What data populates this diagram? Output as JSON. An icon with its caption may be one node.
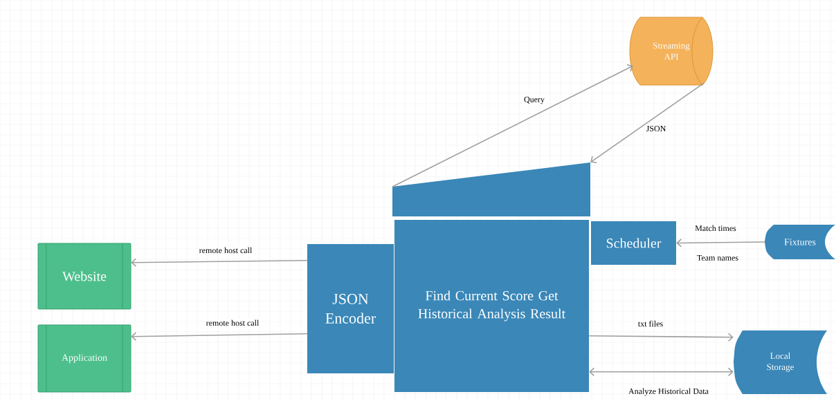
{
  "diagram": {
    "nodes": [
      {
        "text": [
          "Streaming API"
        ]
      },
      {
        "text": [],
        "shape": "box"
      },
      {
        "text": [
          "Find Current Score Get Historical Analysis Result"
        ]
      },
      {
        "text": [
          "JSON Encoder"
        ]
      },
      {
        "text": [
          "Scheduler"
        ]
      },
      {
        "text": [
          "Fixtures"
        ]
      },
      {
        "text": [
          "Local Storage"
        ]
      },
      {
        "text": [
          "Website"
        ]
      },
      {
        "text": [
          "Application"
        ]
      }
    ],
    "edges": [
      {
        "from": 1,
        "to": 0,
        "arrow": "to",
        "label": "Query"
      },
      {
        "from": 0,
        "to": 1,
        "arrow": "to",
        "label": "JSON"
      },
      {
        "from": 5,
        "to": 4,
        "arrow": "to",
        "label": "Match times"
      },
      {
        "from": 3,
        "to": 7,
        "arrow": "to",
        "label": "remote host call"
      },
      {
        "from": 3,
        "to": 8,
        "arrow": "to",
        "label": "remote host call"
      },
      {
        "from": 2,
        "to": 6,
        "arrow": "to",
        "label": "txt files"
      },
      {
        "from": 2,
        "to": 6,
        "arrow": "both",
        "label": "Analyze Historical Data"
      }
    ],
    "labels": [
      "Team names"
    ]
  }
}
